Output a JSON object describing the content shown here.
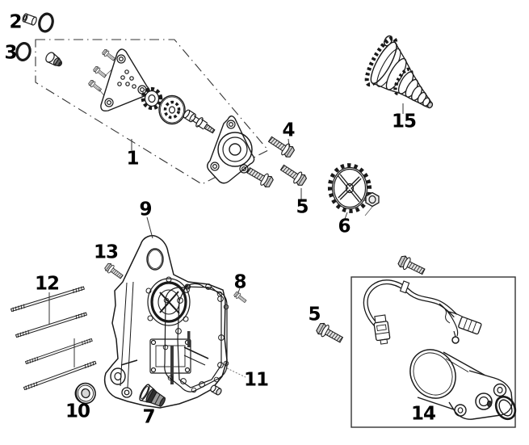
{
  "diagram": {
    "background_color": "#ffffff",
    "line_color": "#1a1a1a",
    "labels": {
      "l1": "1",
      "l2": "2",
      "l3": "3",
      "l4": "4",
      "l5a": "5",
      "l5b": "5",
      "l6": "6",
      "l7": "7",
      "l8": "8",
      "l9": "9",
      "l10": "10",
      "l11": "11",
      "l12": "12",
      "l13": "13",
      "l14": "14",
      "l15": "15"
    }
  }
}
